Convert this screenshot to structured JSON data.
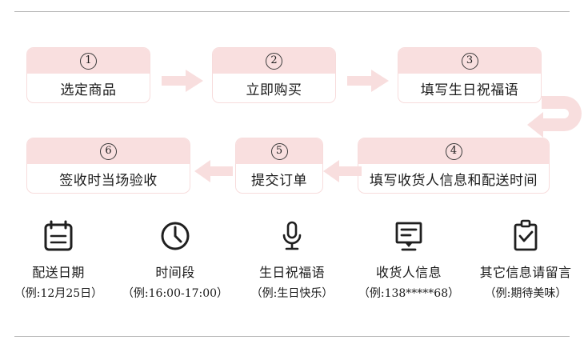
{
  "dividers": {
    "top_label": "top-divider",
    "bottom_label": "bottom-divider",
    "color": "#b7b7b7"
  },
  "theme": {
    "accent_pink": "#f9dfdf",
    "border_pink": "#f7dcdc",
    "arrow_pink": "#f8dede",
    "text_dark": "#1a1a1a"
  },
  "flow": {
    "steps": [
      {
        "number": "①",
        "number_plain": "1",
        "label": "选定商品"
      },
      {
        "number": "②",
        "number_plain": "2",
        "label": "立即购买"
      },
      {
        "number": "③",
        "number_plain": "3",
        "label": "填写生日祝福语"
      },
      {
        "number": "④",
        "number_plain": "4",
        "label": "填写收货人信息和配送时间"
      },
      {
        "number": "⑤",
        "number_plain": "5",
        "label": "提交订单"
      },
      {
        "number": "⑥",
        "number_plain": "6",
        "label": "签收时当场验收"
      }
    ],
    "connectors": [
      {
        "name": "arrow-1-to-2",
        "direction": "right"
      },
      {
        "name": "arrow-2-to-3",
        "direction": "right"
      },
      {
        "name": "arrow-3-to-4",
        "direction": "curved-down-left"
      },
      {
        "name": "arrow-4-to-5",
        "direction": "left"
      },
      {
        "name": "arrow-5-to-6",
        "direction": "left"
      }
    ]
  },
  "legend": {
    "items": [
      {
        "icon": "calendar-icon",
        "title": "配送日期",
        "example": "（例:12月25日）"
      },
      {
        "icon": "clock-icon",
        "title": "时间段",
        "example": "（例:16:00-17:00）"
      },
      {
        "icon": "microphone-icon",
        "title": "生日祝福语",
        "example": "（例:生日快乐）"
      },
      {
        "icon": "message-screen-icon",
        "title": "收货人信息",
        "example": "（例:138*****68）"
      },
      {
        "icon": "clipboard-check-icon",
        "title": "其它信息请留言",
        "example": "（例:期待美味）"
      }
    ]
  }
}
